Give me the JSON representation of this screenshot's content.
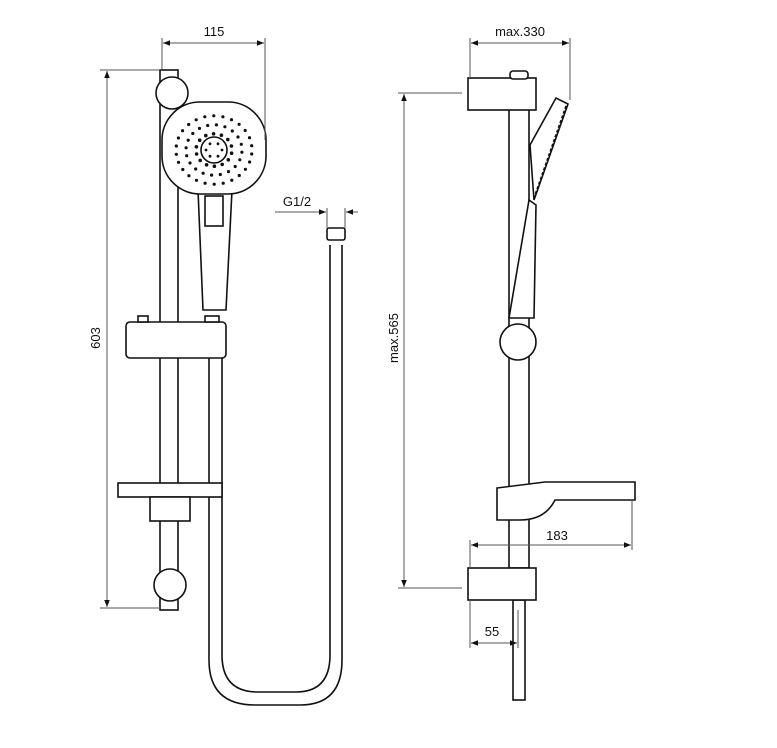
{
  "dimensions": {
    "head_width": "115",
    "total_height": "603",
    "hose_connection": "G1/2",
    "max_projection": "max.330",
    "max_bracket_spacing": "max.565",
    "soap_dish_projection": "183",
    "wall_distance": "55"
  },
  "colors": {
    "line": "#111111",
    "background": "#ffffff"
  }
}
